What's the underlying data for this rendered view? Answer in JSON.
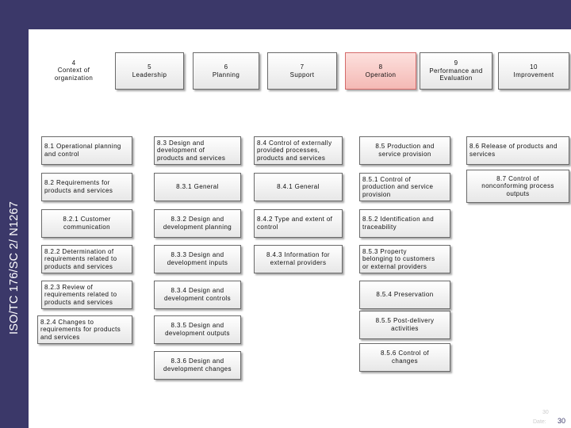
{
  "side_label": "ISO/TC 176/SC 2/ N1267",
  "headers": {
    "h4": "4\nContext of\norganization",
    "h5": "5\nLeadership",
    "h6": "6\nPlanning",
    "h7": "7\nSupport",
    "h8": "8\nOperation",
    "h9": "9\nPerformance and\nEvaluation",
    "h10": "10\nImprovement"
  },
  "col1": {
    "b81": "8.1 Operational planning\nand control",
    "b82": "8.2 Requirements for\nproducts and services",
    "b821": "8.2.1 Customer\ncommunication",
    "b822": "8.2.2 Determination of\nrequirements related to\nproducts and services",
    "b823": "8.2.3 Review of\nrequirements related to\nproducts and services",
    "b824": "8.2.4 Changes to\nrequirements for products\nand services"
  },
  "col2": {
    "b83": "8.3 Design and\ndevelopment of\nproducts and services",
    "b831": "8.3.1 General",
    "b832": "8.3.2 Design and\ndevelopment planning",
    "b833": "8.3.3 Design and\ndevelopment inputs",
    "b834": "8.3.4 Design and\ndevelopment controls",
    "b835": "8.3.5 Design and\ndevelopment outputs",
    "b836": "8.3.6 Design and\ndevelopment changes"
  },
  "col3": {
    "b84": "8.4 Control of externally\nprovided processes,\nproducts and services",
    "b841": "8.4.1 General",
    "b842": "8.4.2 Type and extent of\ncontrol",
    "b843": "8.4.3 Information for\nexternal providers"
  },
  "col4": {
    "b85": "8.5 Production and\nservice provision",
    "b851": "8.5.1 Control of\nproduction and service\nprovision",
    "b852": "8.5.2 Identification and\ntraceability",
    "b853": "8.5.3 Property\nbelonging to customers\nor external providers",
    "b854": "8.5.4 Preservation",
    "b855": "8.5.5 Post-delivery\nactivities",
    "b856": "8.5.6 Control of\nchanges"
  },
  "col5": {
    "b86": "8.6 Release of products and\nservices",
    "b87": "8.7 Control of\nnonconforming process\noutputs"
  },
  "footer": {
    "small_num": "30",
    "date_label": "Date:",
    "page": "30"
  }
}
